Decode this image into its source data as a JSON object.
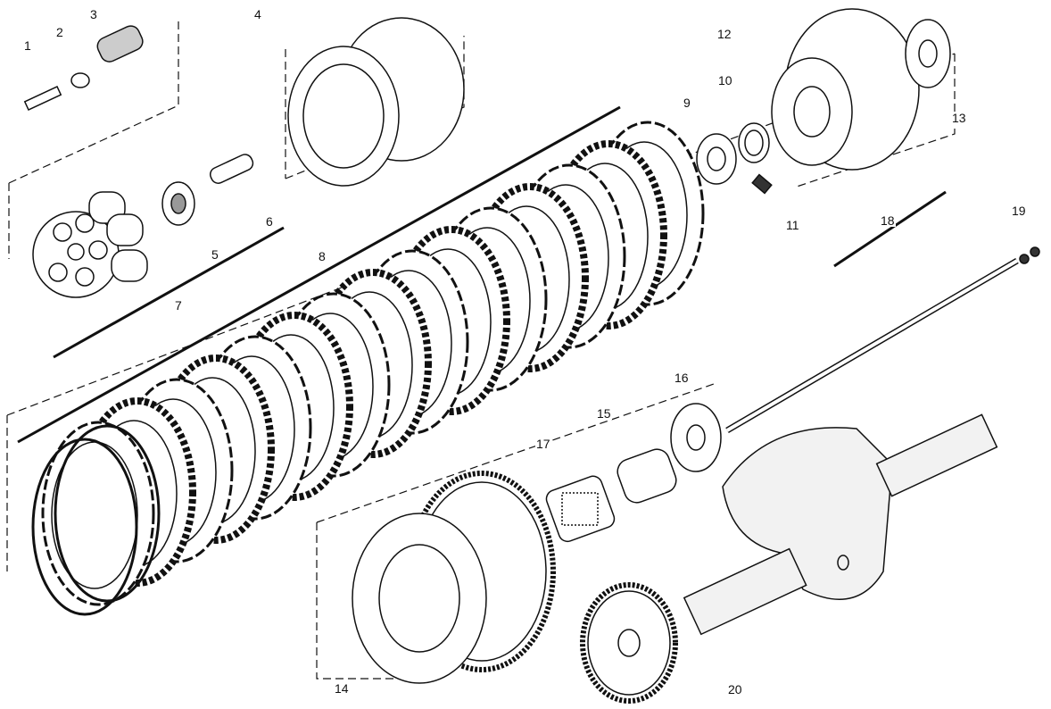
{
  "title": "Clutch exploded parts diagram",
  "part_labels": [
    "1",
    "2",
    "3",
    "4",
    "5",
    "6",
    "7",
    "8",
    "9",
    "10",
    "11",
    "12",
    "13",
    "14",
    "15",
    "16",
    "17",
    "18",
    "19",
    "20"
  ],
  "colors": {
    "line": "#111111",
    "fill": "#ffffff",
    "shade": "#d8d8d8"
  }
}
